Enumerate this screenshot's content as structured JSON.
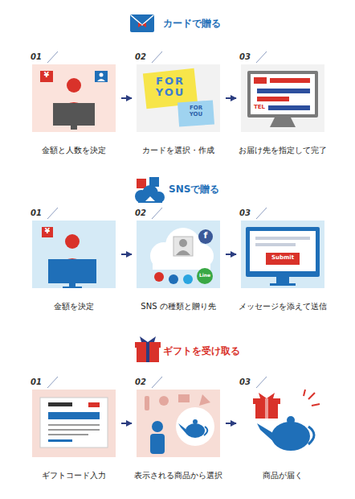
{
  "diagram": {
    "nodes": [
      {
        "text": [
          "01",
          "金額と人数を決定"
        ]
      },
      {
        "text": [
          "02",
          "カードを選択・作成"
        ]
      },
      {
        "text": [
          "03",
          "お届け先を指定して完了"
        ]
      },
      {
        "text": [
          "01",
          "金額を決定"
        ]
      },
      {
        "text": [
          "02",
          "SNS の種類と贈り先"
        ]
      },
      {
        "text": [
          "03",
          "メッセージを添えて送信"
        ]
      },
      {
        "text": [
          "01",
          "ギフトコード入力"
        ]
      },
      {
        "text": [
          "02",
          "表示される商品から選択"
        ]
      },
      {
        "text": [
          "03",
          "商品が届く"
        ]
      }
    ],
    "edges": [
      {
        "from": 0,
        "to": 1,
        "arrow": "to"
      },
      {
        "from": 1,
        "to": 2,
        "arrow": "to"
      },
      {
        "from": 3,
        "to": 4,
        "arrow": "to"
      },
      {
        "from": 4,
        "to": 5,
        "arrow": "to"
      },
      {
        "from": 6,
        "to": 7,
        "arrow": "to"
      },
      {
        "from": 7,
        "to": 8,
        "arrow": "to"
      }
    ],
    "labels": [
      "カードで贈る",
      "¥",
      "FOR YOU",
      "FOR YOU",
      "TEL",
      "SNSで贈る",
      "¥",
      "f",
      "Line",
      "Submit",
      "ギフトを受け取る"
    ]
  }
}
